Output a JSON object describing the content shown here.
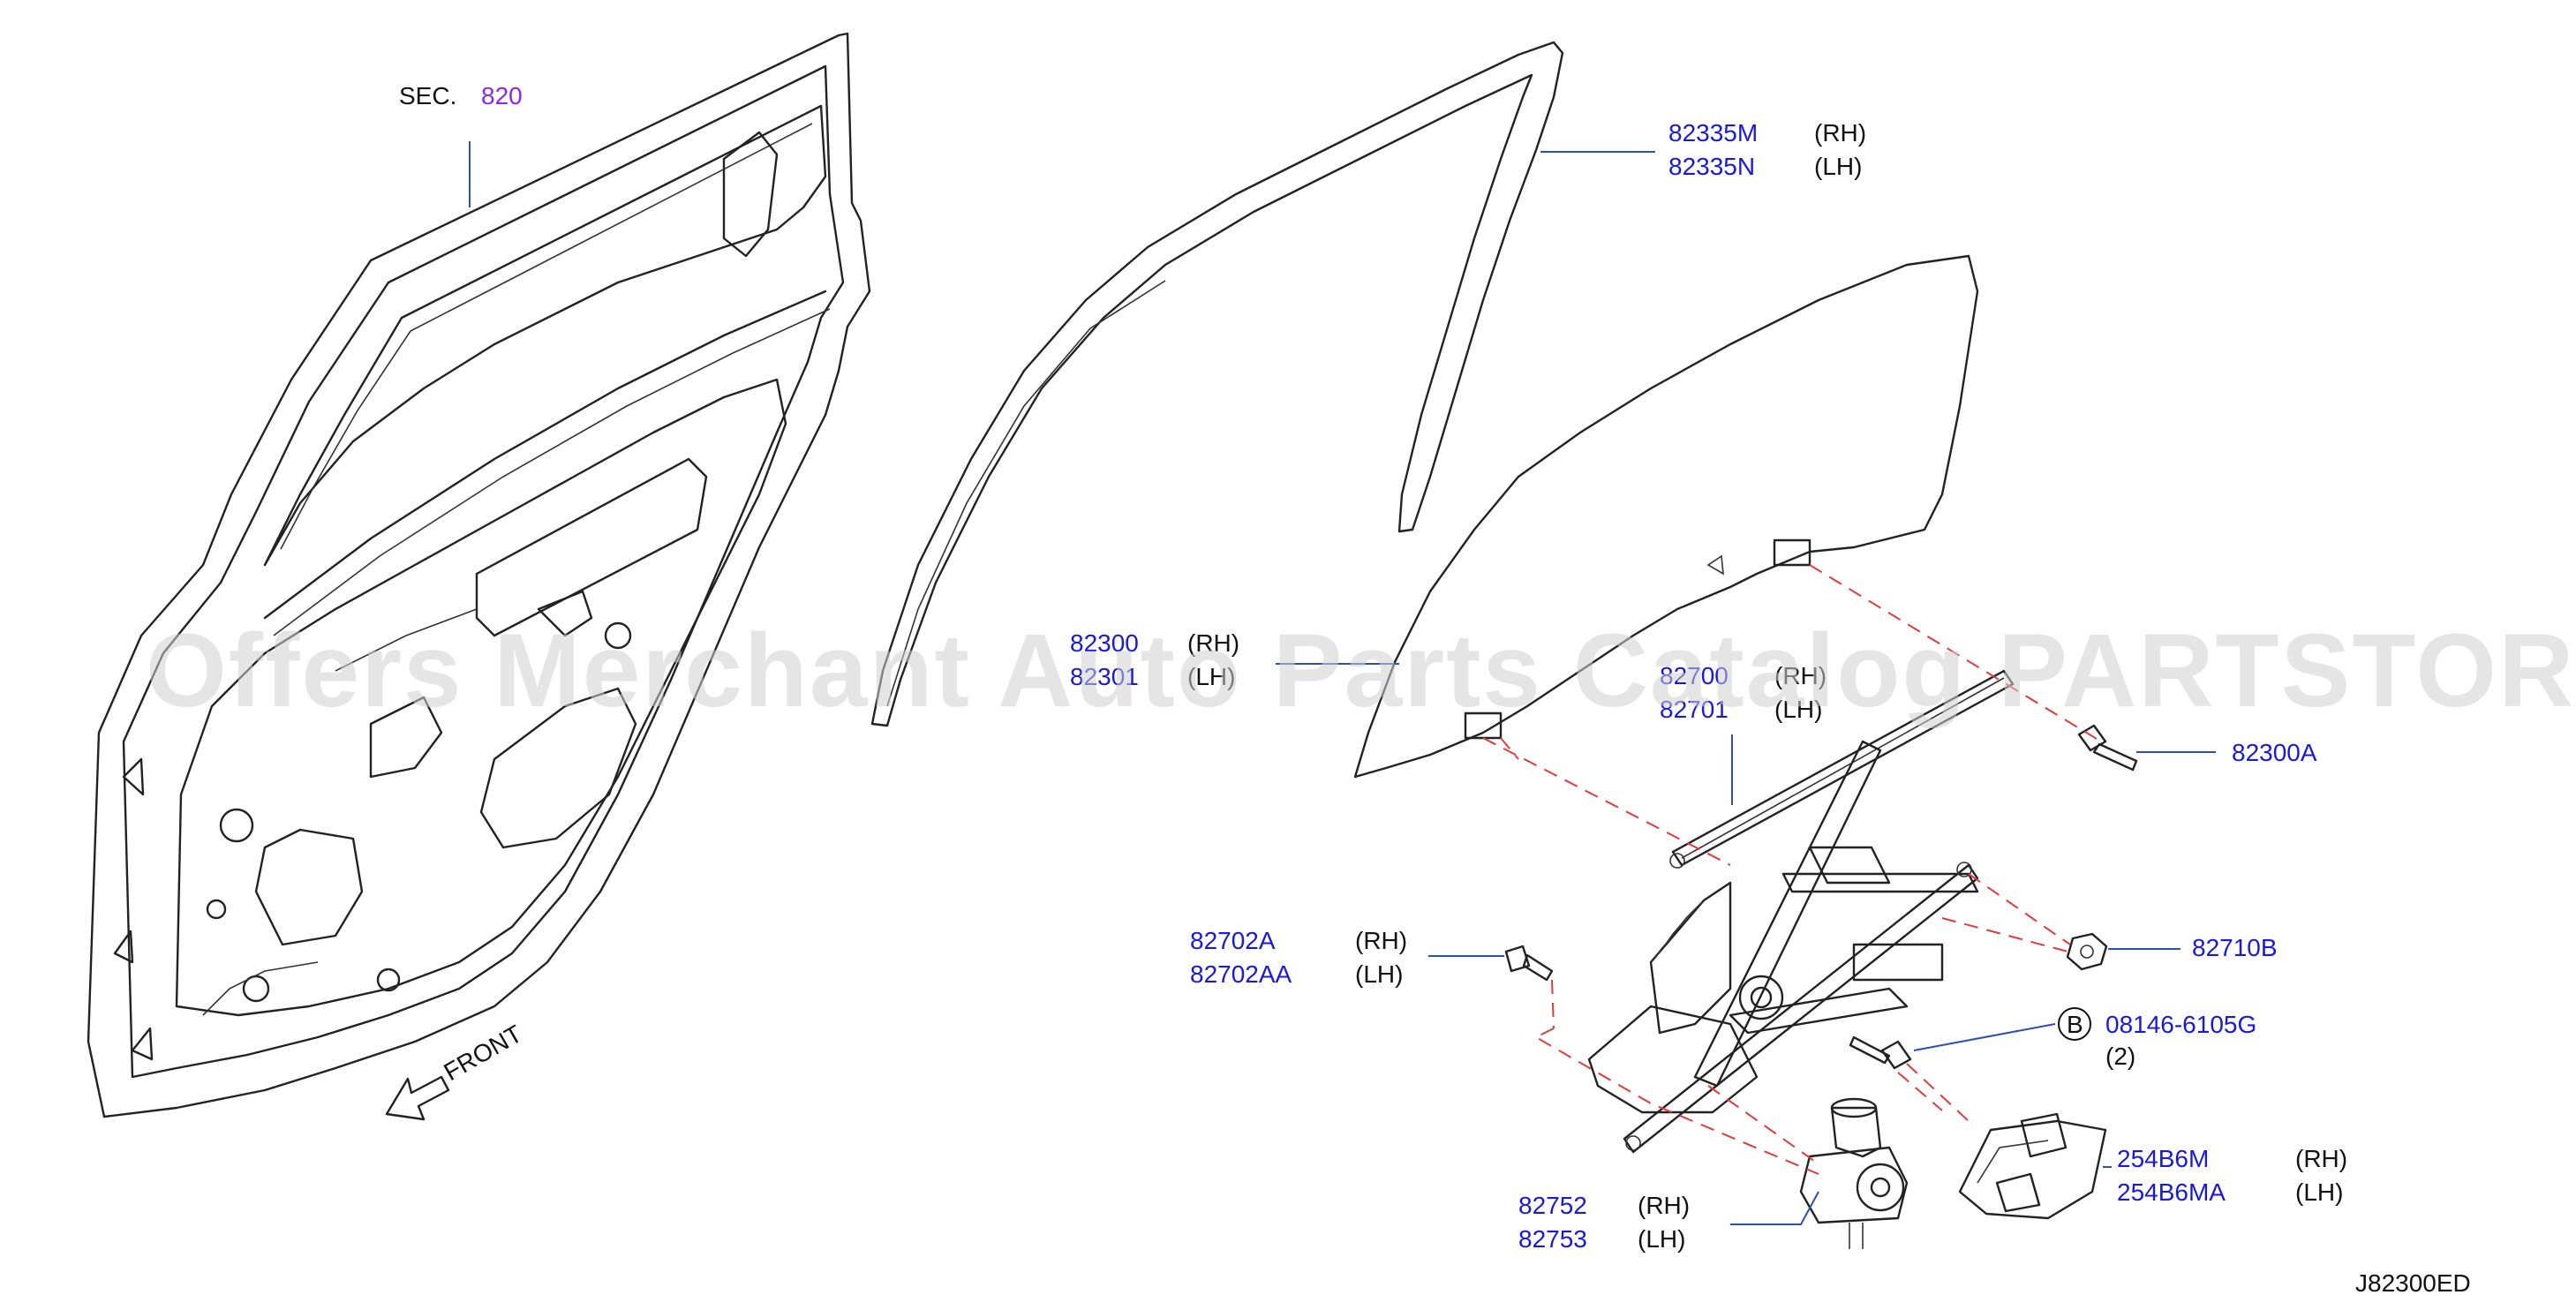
{
  "sec": {
    "prefix": "SEC.",
    "number": "820"
  },
  "front_label": "FRONT",
  "watermark": "Offers Merchant Auto Parts Catalog PARTSTORE.SA",
  "diagram_code": "J82300ED",
  "colors": {
    "part_number": "#1a1ad6",
    "section": "#8a2be2",
    "leader": "#2d4fb0",
    "guide": "#e23b3b",
    "watermark": "#cfcfcf"
  },
  "parts": {
    "sash_rh": {
      "num": "82335M",
      "side": "(RH)"
    },
    "sash_lh": {
      "num": "82335N",
      "side": "(LH)"
    },
    "glass_rh": {
      "num": "82300",
      "side": "(RH)"
    },
    "glass_lh": {
      "num": "82301",
      "side": "(LH)"
    },
    "regulator_rh": {
      "num": "82700",
      "side": "(RH)"
    },
    "regulator_lh": {
      "num": "82701",
      "side": "(LH)"
    },
    "bolt_a": {
      "num": "82300A"
    },
    "bolt_reg_rh": {
      "num": "82702A",
      "side": "(RH)"
    },
    "bolt_reg_lh": {
      "num": "82702AA",
      "side": "(LH)"
    },
    "nut": {
      "num": "82710B"
    },
    "bolt_b": {
      "badge": "B",
      "num": "08146-6105G",
      "qty": "(2)"
    },
    "module_rh": {
      "num": "254B6M",
      "side": "(RH)"
    },
    "module_lh": {
      "num": "254B6MA",
      "side": "(LH)"
    },
    "motor_rh": {
      "num": "82752",
      "side": "(RH)"
    },
    "motor_lh": {
      "num": "82753",
      "side": "(LH)"
    }
  }
}
